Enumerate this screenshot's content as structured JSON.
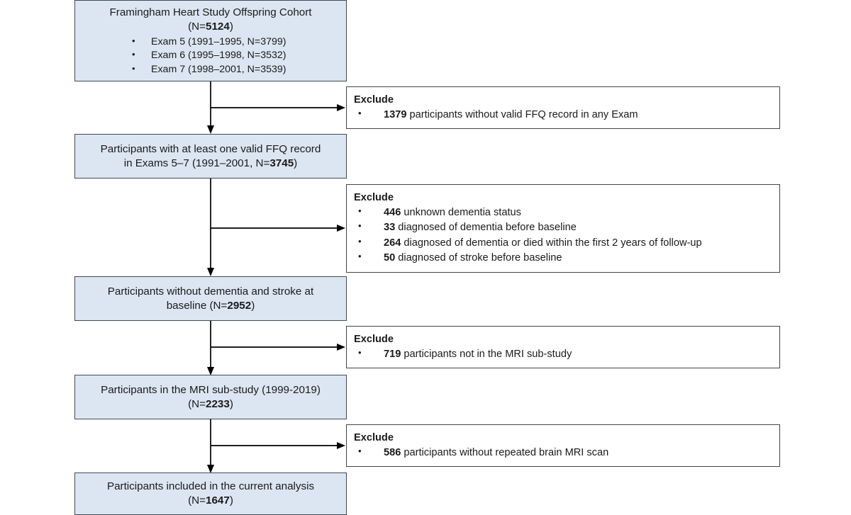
{
  "figure": {
    "type": "flow-diagram",
    "title": "Framingham Heart Study Offspring Cohort participant selection flowchart",
    "colors": {
      "primary_box_fill": "#dce6f2",
      "primary_box_border": "#3f4a56",
      "exclude_box_fill": "#ffffff",
      "exclude_box_border": "#444444",
      "connector": "#000000",
      "text": "#1a1a1a",
      "background": "#ffffff"
    }
  },
  "nodes": {
    "cohort": {
      "line1": "Framingham Heart Study Offspring Cohort",
      "line2_prefix": "(N=",
      "line2_value": "5124",
      "line2_suffix": ")",
      "exams": [
        "Exam 5 (1991–1995, N=3799)",
        "Exam 6 (1995–1998, N=3532)",
        "Exam 7 (1998–2001, N=3539)"
      ]
    },
    "ffq": {
      "line1": "Participants with at least one valid FFQ record",
      "line2_prefix": "in Exams 5–7 (1991–2001, N=",
      "line2_value": "3745",
      "line2_suffix": ")"
    },
    "no_dementia": {
      "line1": "Participants without dementia and stroke at",
      "line2_prefix": "baseline (N=",
      "line2_value": "2952",
      "line2_suffix": ")"
    },
    "mri": {
      "line1": "Participants in the MRI sub-study (1999-2019)",
      "line2_prefix": "(N=",
      "line2_value": "2233",
      "line2_suffix": ")"
    },
    "final": {
      "line1": "Participants included in the current analysis",
      "line2_prefix": "(N=",
      "line2_value": "1647",
      "line2_suffix": ")"
    }
  },
  "exclusions": {
    "heading": "Exclude",
    "step1": {
      "heading": "Exclude",
      "items": [
        {
          "count": "1379",
          "text": " participants without valid FFQ record in any Exam"
        }
      ]
    },
    "step2": {
      "heading": "Exclude",
      "items": [
        {
          "count": "446",
          "text": " unknown dementia status"
        },
        {
          "count": "33",
          "text": " diagnosed of dementia before baseline"
        },
        {
          "count": "264",
          "text": " diagnosed of dementia or died within the first 2 years of follow-up"
        },
        {
          "count": "50",
          "text": " diagnosed of stroke before baseline"
        }
      ]
    },
    "step3": {
      "heading": "Exclude",
      "items": [
        {
          "count": "719",
          "text": " participants not in the MRI sub-study"
        }
      ]
    },
    "step4": {
      "heading": "Exclude",
      "items": [
        {
          "count": "586",
          "text": " participants without repeated brain MRI scan"
        }
      ]
    }
  }
}
